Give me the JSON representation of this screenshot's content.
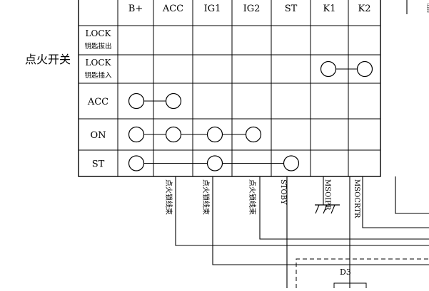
{
  "switch_label": "点火开关",
  "columns": [
    "B+",
    "ACC",
    "IG1",
    "IG2",
    "ST",
    "K1",
    "K2"
  ],
  "rows": [
    {
      "main": "LOCK",
      "sub": "钥匙拔出"
    },
    {
      "main": "LOCK",
      "sub": "钥匙插入"
    },
    {
      "main": "ACC",
      "sub": ""
    },
    {
      "main": "ON",
      "sub": ""
    },
    {
      "main": "ST",
      "sub": ""
    }
  ],
  "connections": [
    {
      "row": 1,
      "from": 5,
      "to": 6
    },
    {
      "row": 2,
      "from": 0,
      "to": 1
    },
    {
      "row": 3,
      "from": 0,
      "to": 3
    },
    {
      "row": 4,
      "from": 0,
      "to": 4
    }
  ],
  "wire_labels": [
    {
      "text": "点火锁线束",
      "col": 1
    },
    {
      "text": "点火锁线束",
      "col": 2
    },
    {
      "text": "点火锁线束",
      "col": 3
    },
    {
      "text": "STOBY",
      "col": 4
    },
    {
      "text": "MSOIPR",
      "col": 5
    },
    {
      "text": "MSOCRTR",
      "col": 6
    }
  ],
  "fuse_label": "D3",
  "edge_text": "0300"
}
